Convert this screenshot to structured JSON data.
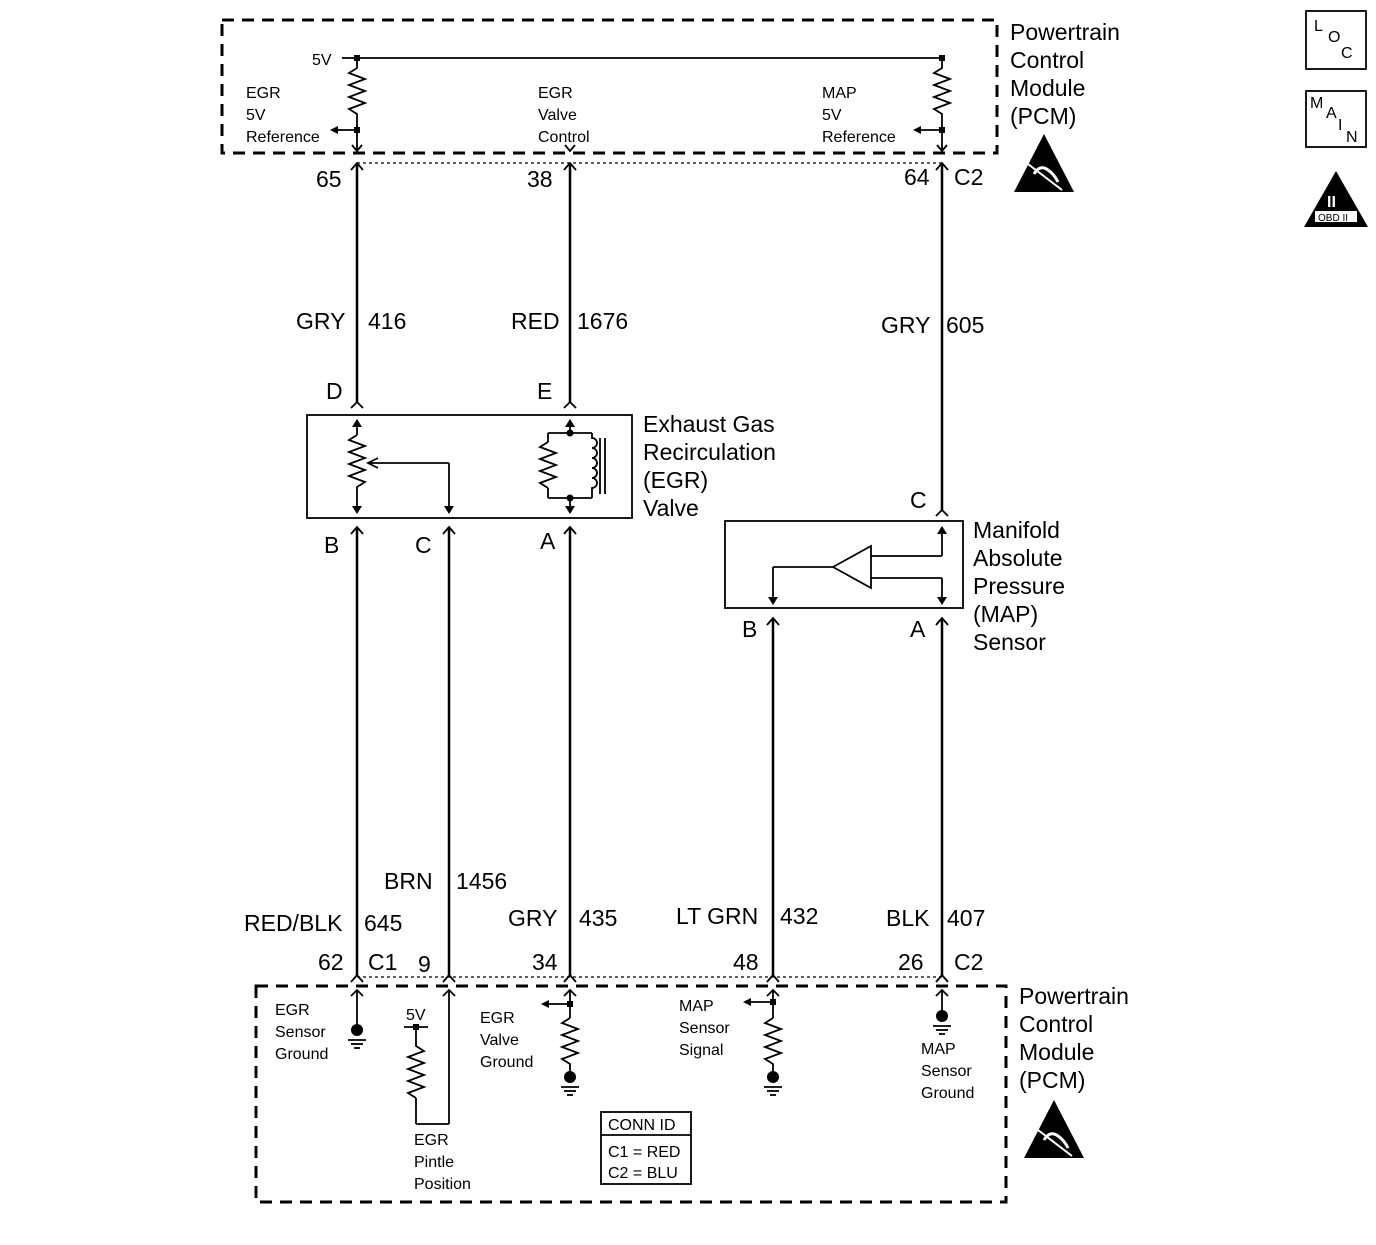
{
  "pcm_top": {
    "title": [
      "Powertrain",
      "Control",
      "Module",
      "(PCM)"
    ],
    "supply_label": "5V",
    "circuit_labels": [
      [
        "EGR",
        "5V",
        "Reference"
      ],
      [
        "EGR",
        "Valve",
        "Control"
      ],
      [
        "MAP",
        "5V",
        "Reference"
      ]
    ],
    "pins": [
      "65",
      "38",
      "64"
    ],
    "connector": "C2"
  },
  "wires_top": [
    {
      "color": "GRY",
      "circuit": "416"
    },
    {
      "color": "RED",
      "circuit": "1676"
    },
    {
      "color": "GRY",
      "circuit": "605"
    }
  ],
  "egr_valve": {
    "title": [
      "Exhaust Gas",
      "Recirculation",
      "(EGR)",
      "Valve"
    ],
    "pins": [
      "D",
      "E",
      "B",
      "C",
      "A"
    ]
  },
  "map_sensor": {
    "title": [
      "Manifold",
      "Absolute",
      "Pressure",
      "(MAP)",
      "Sensor"
    ],
    "pins": [
      "C",
      "B",
      "A"
    ]
  },
  "wires_bottom": [
    {
      "color": "RED/BLK",
      "circuit": "645"
    },
    {
      "color": "BRN",
      "circuit": "1456"
    },
    {
      "color": "GRY",
      "circuit": "435"
    },
    {
      "color": "LT GRN",
      "circuit": "432"
    },
    {
      "color": "BLK",
      "circuit": "407"
    }
  ],
  "pcm_bottom": {
    "title": [
      "Powertrain",
      "Control",
      "Module",
      "(PCM)"
    ],
    "pins": [
      "62",
      "9",
      "34",
      "48",
      "26"
    ],
    "connectors": [
      "C1",
      "C2"
    ],
    "supply_label": "5V",
    "circuit_labels": [
      [
        "EGR",
        "Sensor",
        "Ground"
      ],
      [
        "EGR",
        "Pintle",
        "Position"
      ],
      [
        "EGR",
        "Valve",
        "Ground"
      ],
      [
        "MAP",
        "Sensor",
        "Signal"
      ],
      [
        "MAP",
        "Sensor",
        "Ground"
      ]
    ]
  },
  "conn_id": {
    "title": "CONN ID",
    "rows": [
      "C1 = RED",
      "C2 = BLU"
    ]
  },
  "icons": {
    "loc_letters": [
      "L",
      "O",
      "C"
    ],
    "main_letters": [
      "M",
      "A",
      "I",
      "N"
    ],
    "obd_numeral": "II",
    "obd_label": "OBD II"
  }
}
